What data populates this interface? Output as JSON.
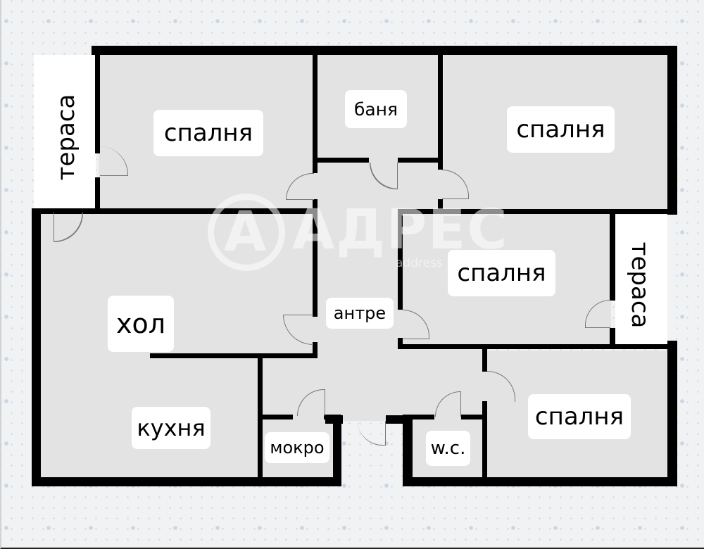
{
  "plan": {
    "rooms": [
      {
        "id": "terrace-left",
        "label": "тераса"
      },
      {
        "id": "bedroom-1",
        "label": "спалня"
      },
      {
        "id": "bathroom",
        "label": "баня"
      },
      {
        "id": "bedroom-2",
        "label": "спалня"
      },
      {
        "id": "living-room",
        "label": "хол"
      },
      {
        "id": "hallway",
        "label": "антре"
      },
      {
        "id": "bedroom-3",
        "label": "спалня"
      },
      {
        "id": "terrace-right",
        "label": "тераса"
      },
      {
        "id": "kitchen",
        "label": "кухня"
      },
      {
        "id": "laundry",
        "label": "мокро"
      },
      {
        "id": "wc",
        "label": "w.c."
      },
      {
        "id": "bedroom-4",
        "label": "спалня"
      }
    ],
    "watermark": {
      "brand": "АДРЕС",
      "subtext": "address",
      "logo_letter": "A"
    },
    "colors": {
      "wall": "#000000",
      "floor": "#e3e3e3",
      "terrace": "#ffffff",
      "label_bg": "#ffffff",
      "background": "#f1f2f3"
    }
  }
}
